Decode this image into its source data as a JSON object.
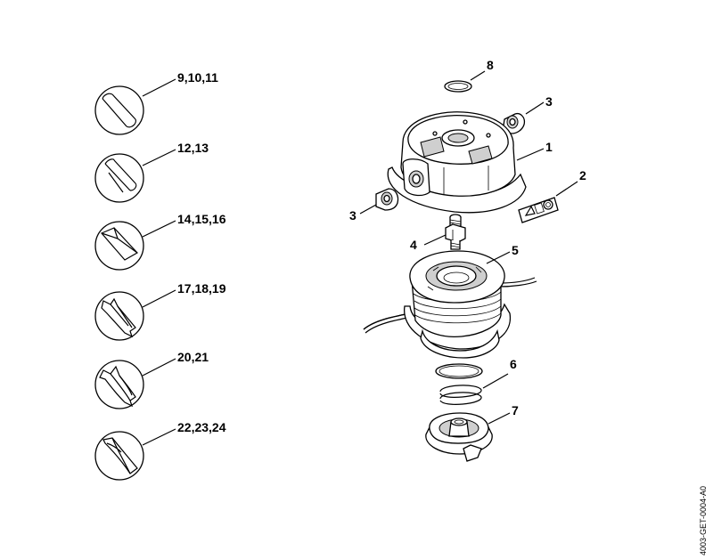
{
  "cross_sections": [
    {
      "label": "9,10,11",
      "shape": "round"
    },
    {
      "label": "12,13",
      "shape": "twisted-round"
    },
    {
      "label": "14,15,16",
      "shape": "square"
    },
    {
      "label": "17,18,19",
      "shape": "star"
    },
    {
      "label": "20,21",
      "shape": "twisted-star"
    },
    {
      "label": "22,23,24",
      "shape": "twisted-square"
    }
  ],
  "callouts": {
    "p1": "1",
    "p2": "2",
    "p3a": "3",
    "p3b": "3",
    "p4": "4",
    "p5": "5",
    "p6": "6",
    "p7": "7",
    "p8": "8"
  },
  "doc_id": "4003-GET-0004-A0"
}
